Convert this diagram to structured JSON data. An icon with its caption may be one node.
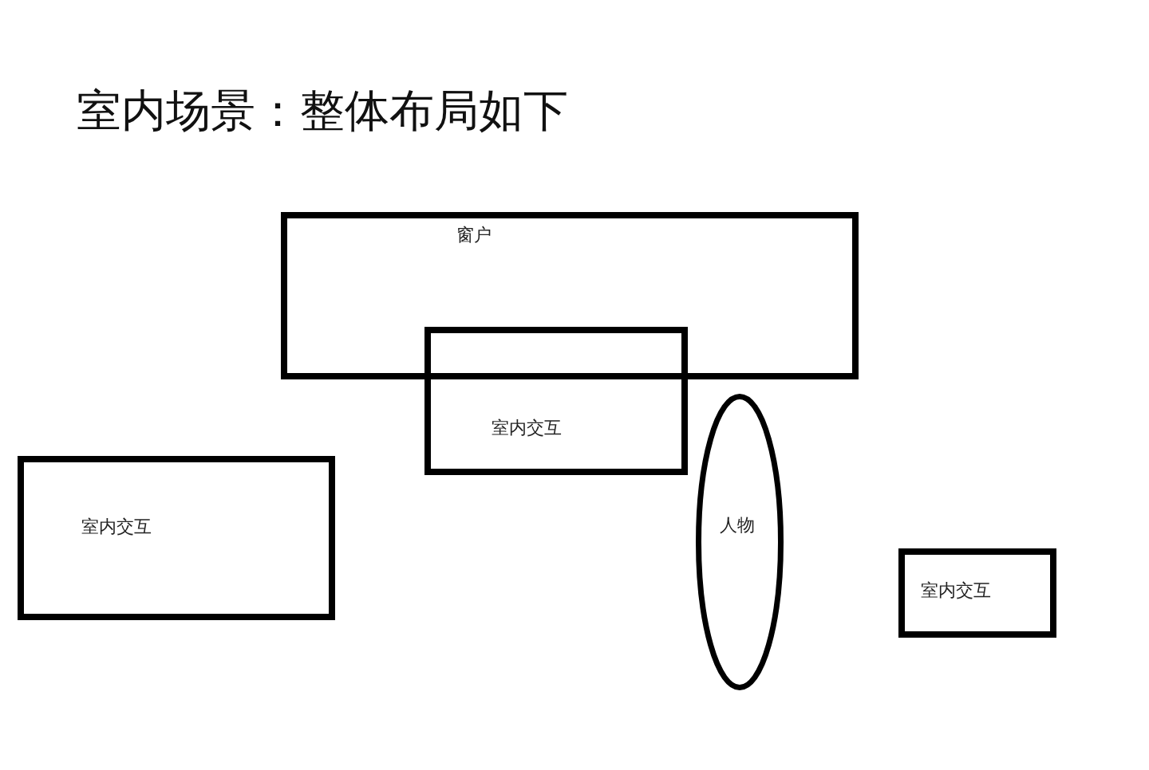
{
  "diagram": {
    "title": "室内场景：整体布局如下",
    "nodes": [
      {
        "text": [
          "窗户"
        ]
      },
      {
        "text": [
          "室内交互"
        ]
      },
      {
        "text": [
          "室内交互"
        ]
      },
      {
        "text": [
          "人物"
        ]
      },
      {
        "text": [
          "室内交互"
        ]
      }
    ]
  }
}
